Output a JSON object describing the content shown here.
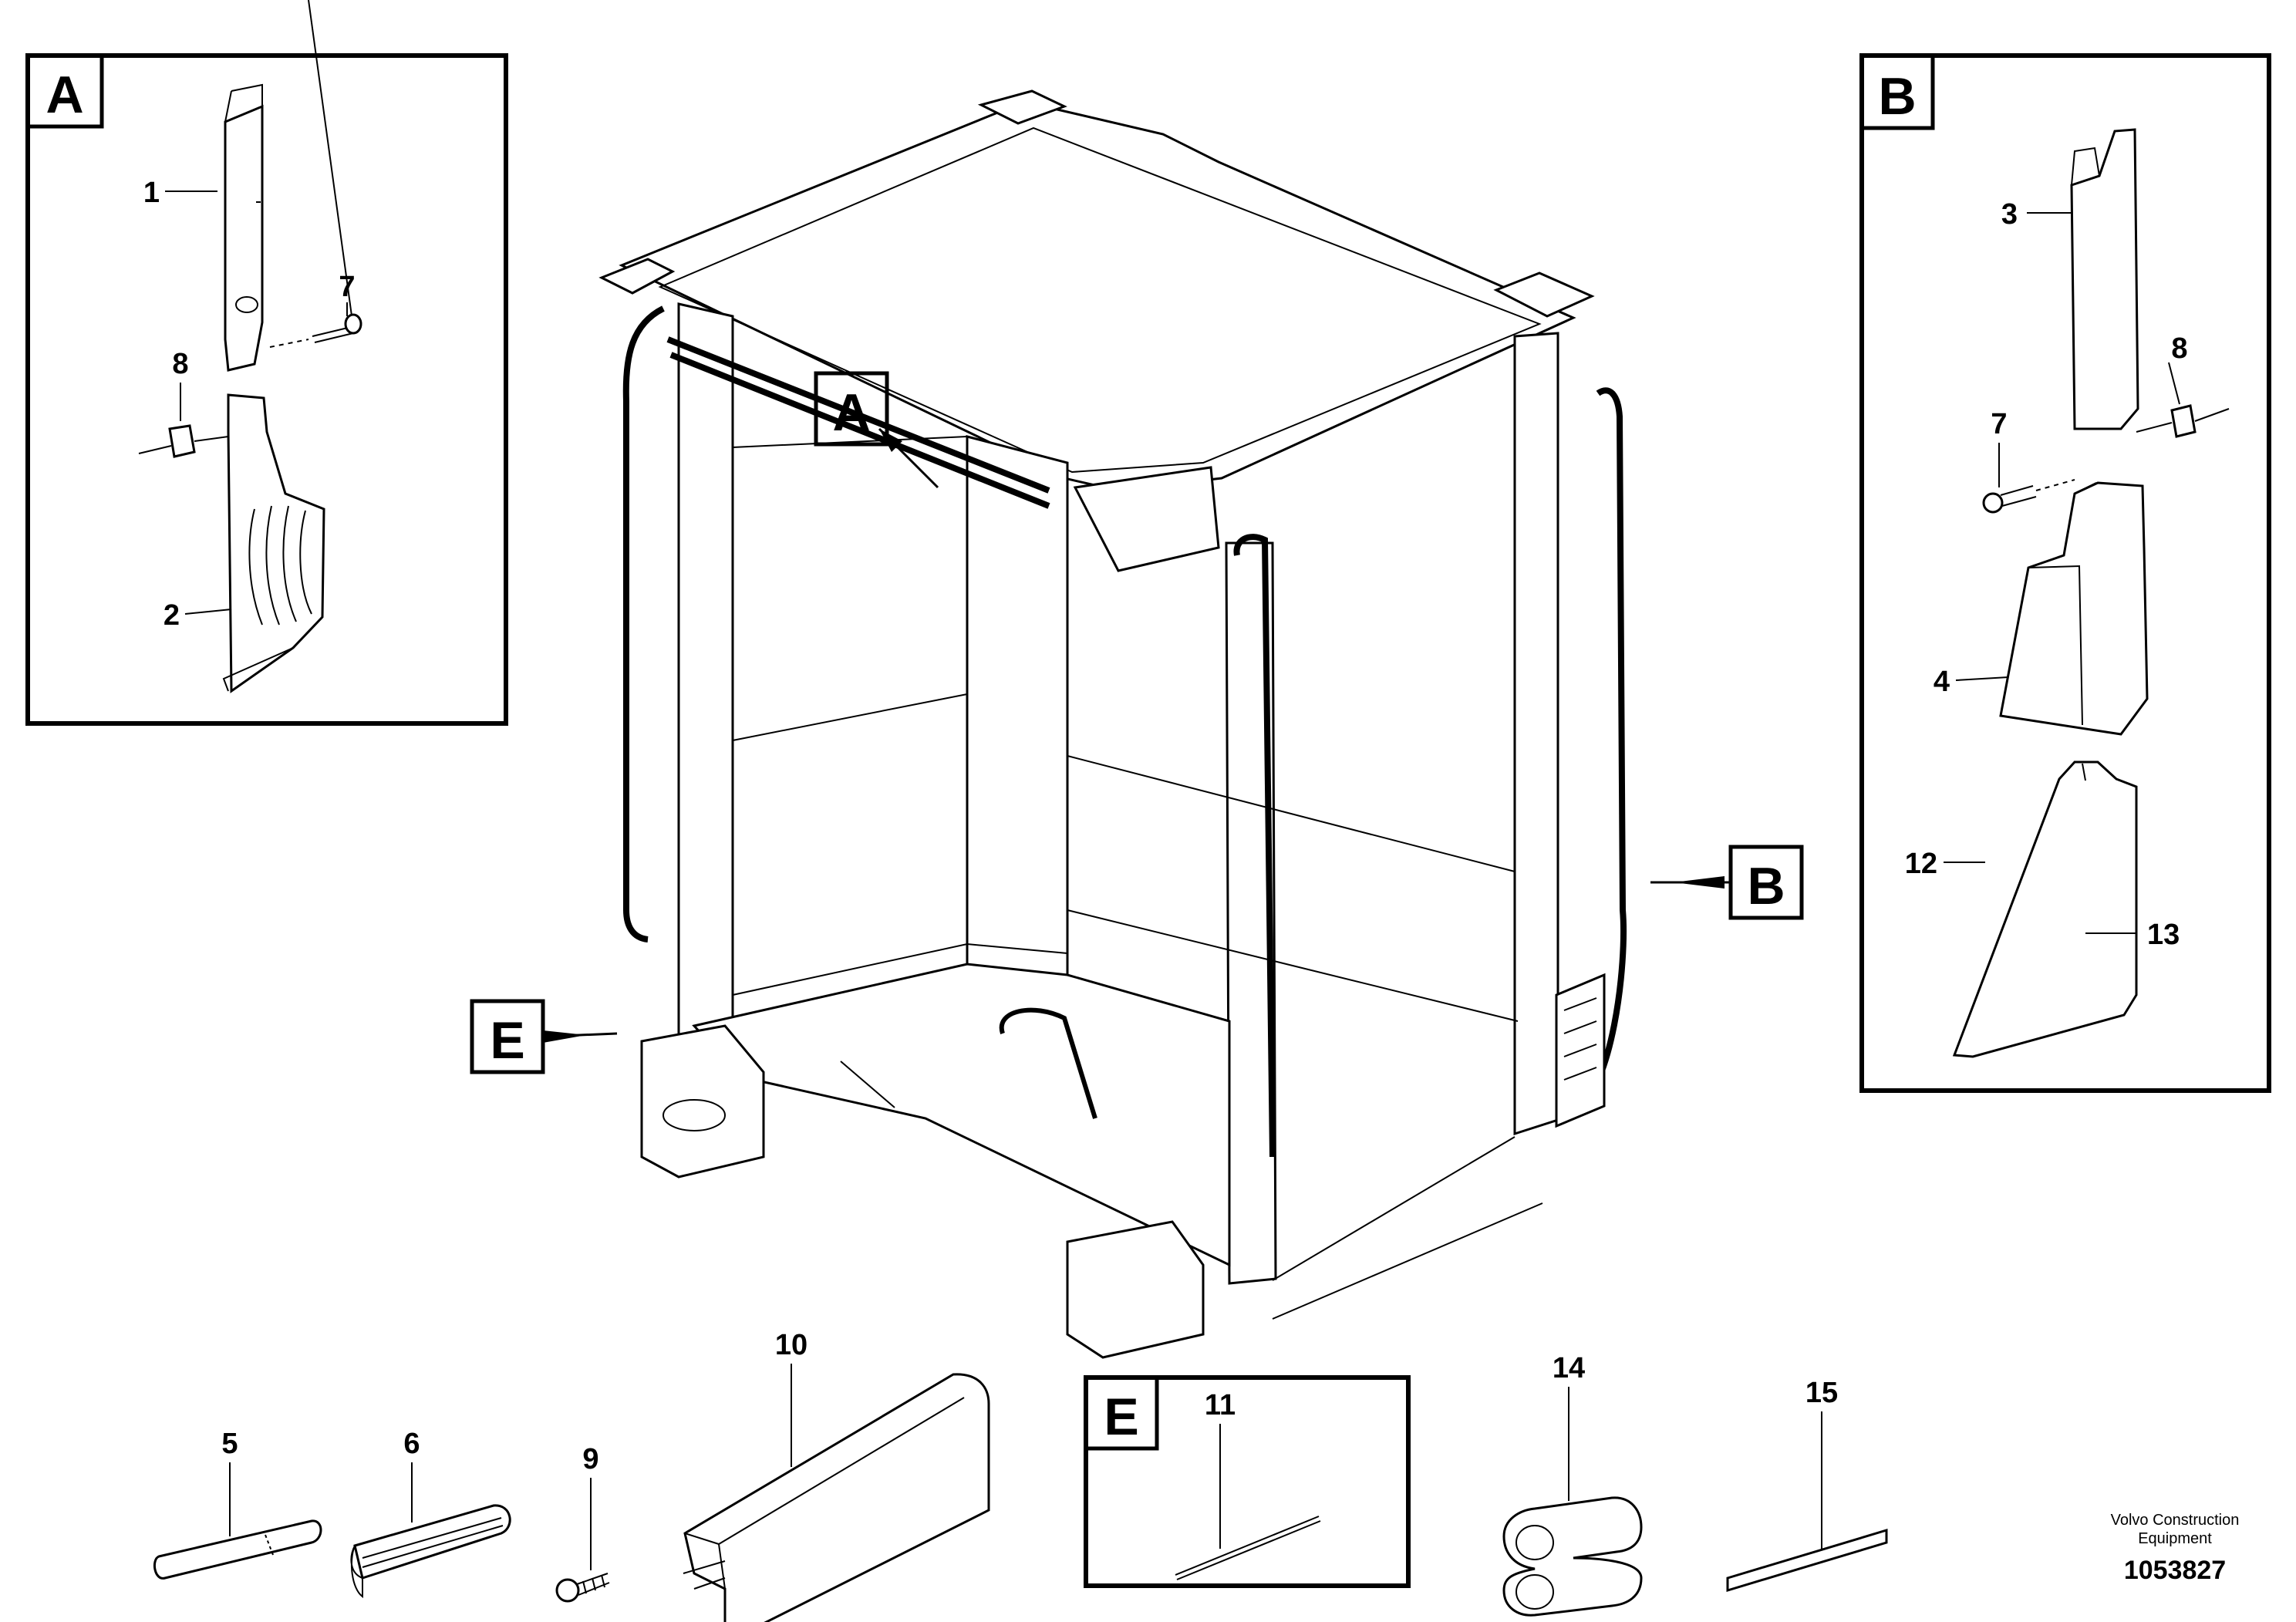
{
  "callout_boxes": {
    "A": "A",
    "B": "B",
    "E": "E"
  },
  "pointers": {
    "A": "A",
    "B": "B",
    "E": "E"
  },
  "part_numbers": {
    "p1": "1",
    "p2": "2",
    "p3": "3",
    "p4": "4",
    "p5": "5",
    "p6": "6",
    "p7a": "7",
    "p7b": "7",
    "p8a": "8",
    "p8b": "8",
    "p9": "9",
    "p10": "10",
    "p11": "11",
    "p12": "12",
    "p13": "13",
    "p14": "14",
    "p15": "15"
  },
  "footer": {
    "brand_line1": "Volvo Construction",
    "brand_line2": "Equipment",
    "drawing_number": "1053827"
  }
}
